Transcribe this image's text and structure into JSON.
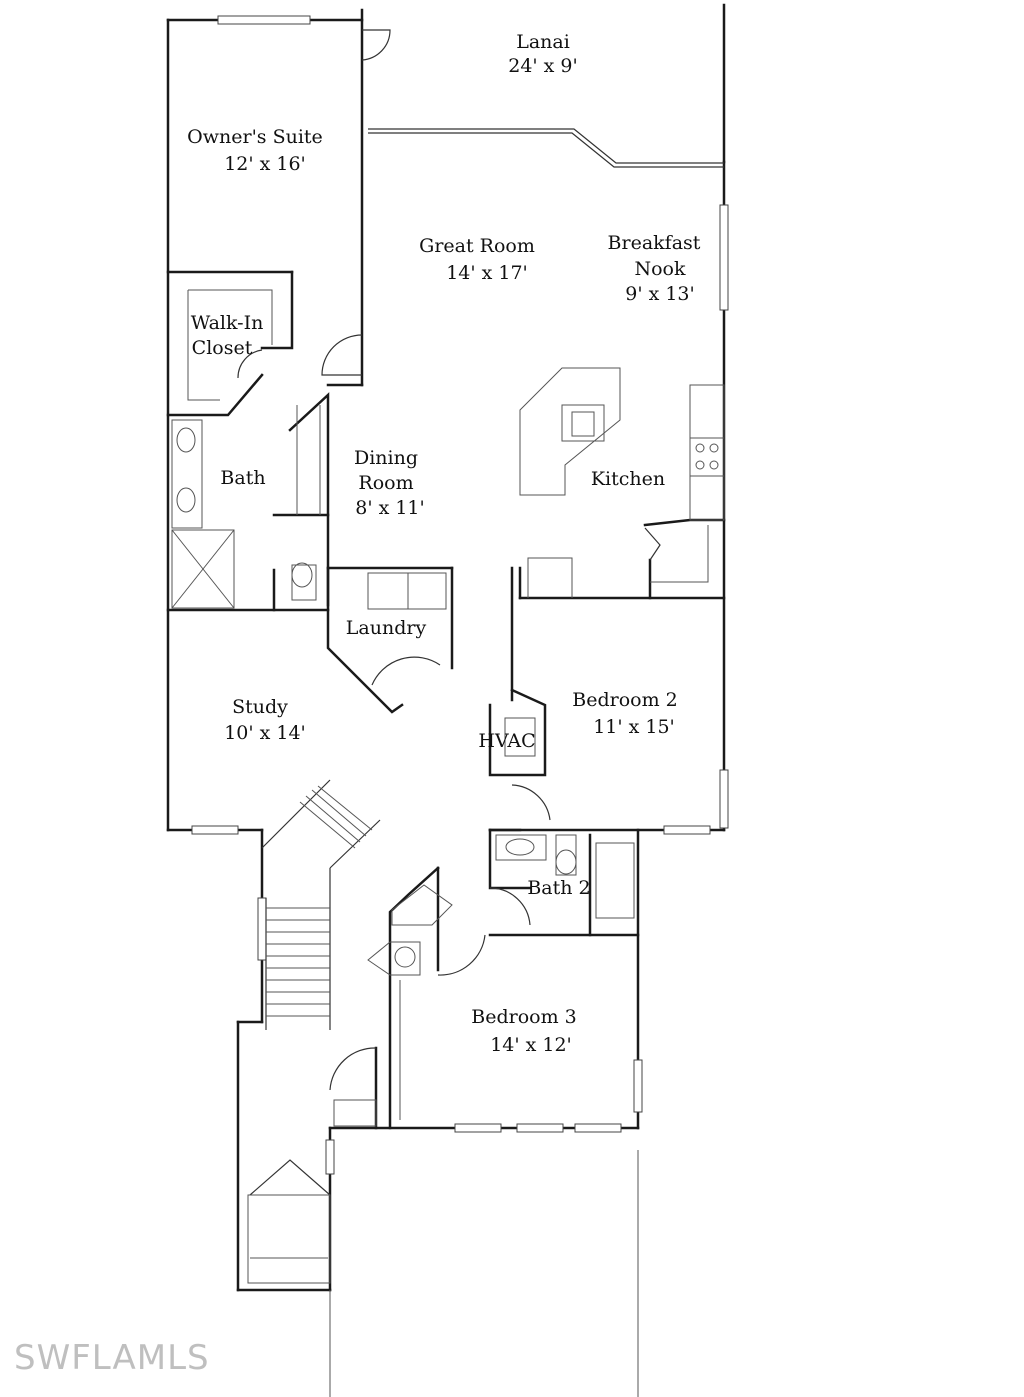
{
  "rooms": {
    "lanai": {
      "name": "Lanai",
      "size": "24' x 9'"
    },
    "owners_suite": {
      "name": "Owner's Suite",
      "size": "12' x 16'"
    },
    "great_room": {
      "name": "Great Room",
      "size": "14' x 17'"
    },
    "breakfast_nook": {
      "name_line1": "Breakfast",
      "name_line2": "Nook",
      "size": "9' x 13'"
    },
    "walk_in_closet": {
      "name_line1": "Walk-In",
      "name_line2": "Closet"
    },
    "bath": {
      "name": "Bath"
    },
    "dining_room": {
      "name_line1": "Dining",
      "name_line2": "Room",
      "size": "8' x 11'"
    },
    "kitchen": {
      "name": "Kitchen"
    },
    "laundry": {
      "name": "Laundry"
    },
    "study": {
      "name": "Study",
      "size": "10' x 14'"
    },
    "hvac": {
      "name": "HVAC"
    },
    "bedroom_2": {
      "name": "Bedroom 2",
      "size": "11' x 15'"
    },
    "bath_2": {
      "name": "Bath 2"
    },
    "bedroom_3": {
      "name": "Bedroom 3",
      "size": "14' x 12'"
    }
  },
  "watermark": "SWFLAMLS"
}
